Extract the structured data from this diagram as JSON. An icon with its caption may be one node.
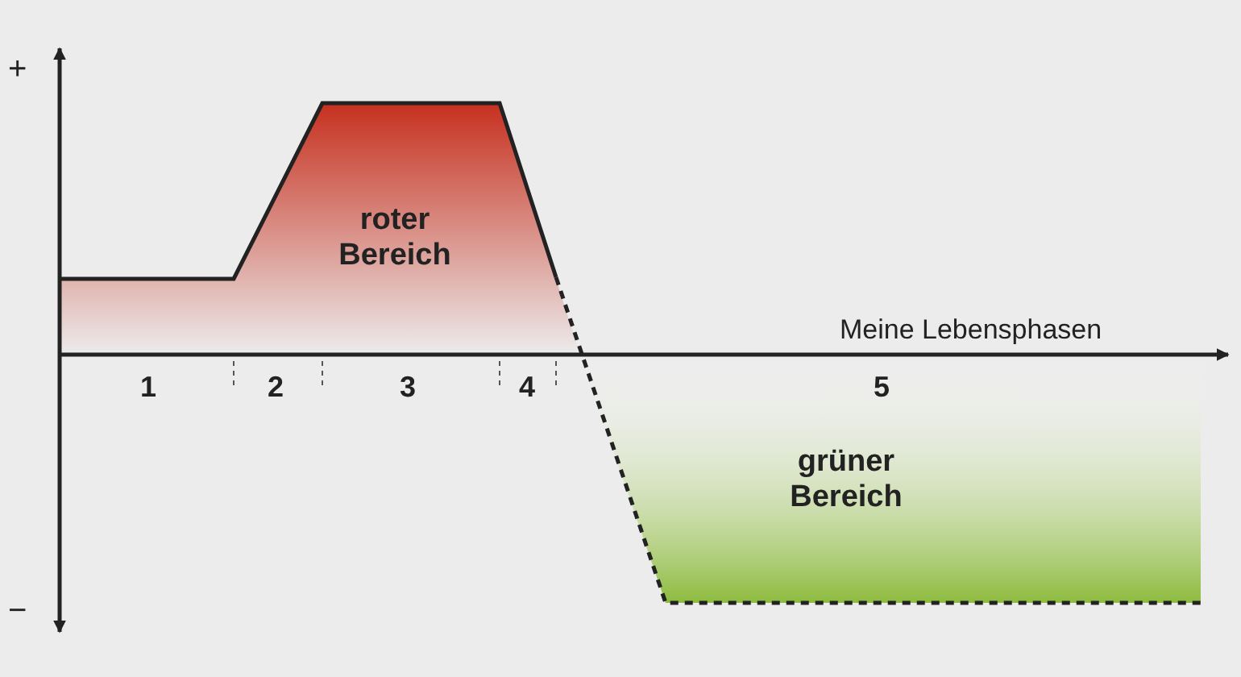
{
  "diagram": {
    "nodes": [
      {
        "text": [
          "roter Bereich"
        ]
      },
      {
        "text": [
          "grüner Bereich"
        ]
      }
    ],
    "labels": [
      "+",
      "−",
      "Meine Lebensphasen",
      "1",
      "2",
      "3",
      "4",
      "5"
    ]
  }
}
